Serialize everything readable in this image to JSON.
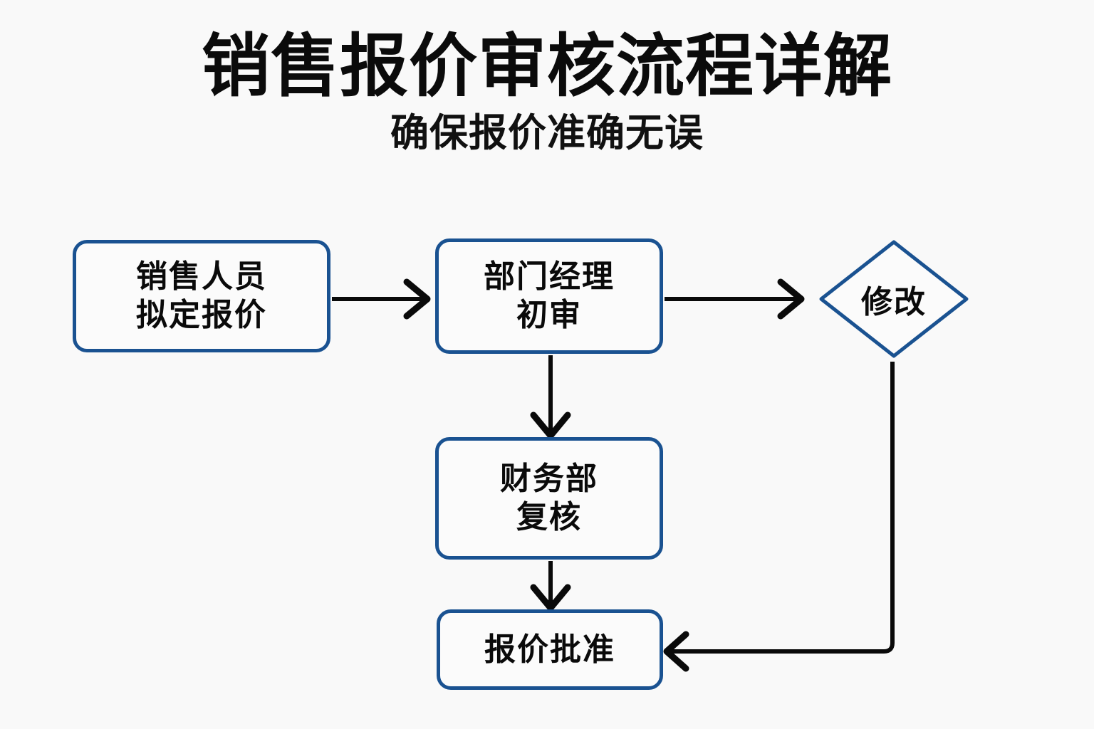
{
  "header": {
    "title": "销售报价审核流程详解",
    "subtitle": "确保报价准确无误"
  },
  "theme": {
    "page_background": "#f9f9f9",
    "node_fill": "#fbfbfb",
    "node_border": "#1a5291",
    "edge_color": "#0a0a0a",
    "text_color": "#0a0a0a"
  },
  "flowchart": {
    "type": "flow-diagram",
    "nodes": [
      {
        "id": "sales",
        "shape": "rounded-rect",
        "lines": [
          "销售人员",
          "拟定报价"
        ]
      },
      {
        "id": "manager",
        "shape": "rounded-rect",
        "lines": [
          "部门经理",
          "初审"
        ]
      },
      {
        "id": "modify",
        "shape": "diamond",
        "lines": [
          "修改"
        ]
      },
      {
        "id": "finance",
        "shape": "rounded-rect",
        "lines": [
          "财务部",
          "复核"
        ]
      },
      {
        "id": "approval",
        "shape": "rounded-rect",
        "lines": [
          "报价批准"
        ]
      }
    ],
    "edges": [
      {
        "from": "sales",
        "to": "manager",
        "label": "",
        "direction": "right"
      },
      {
        "from": "manager",
        "to": "modify",
        "label": "",
        "direction": "right"
      },
      {
        "from": "manager",
        "to": "finance",
        "label": "",
        "direction": "down"
      },
      {
        "from": "finance",
        "to": "approval",
        "label": "",
        "direction": "down"
      },
      {
        "from": "modify",
        "to": "approval",
        "label": "",
        "direction": "down-then-left"
      }
    ]
  }
}
